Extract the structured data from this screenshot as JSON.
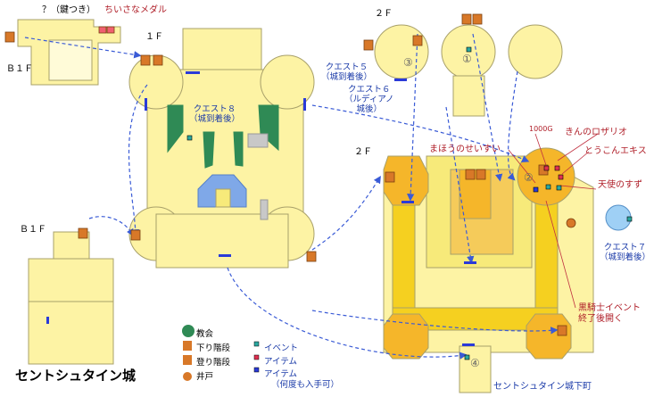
{
  "title": "セントシュタイン城",
  "floors": {
    "b1f_top": "Ｂ１Ｆ",
    "f1": "１Ｆ",
    "f2_top": "２Ｆ",
    "f2_main": "２Ｆ",
    "b1f_left": "Ｂ１Ｆ"
  },
  "labels": {
    "locked": "？（鍵つき）",
    "medal": "ちいさなメダル",
    "quest5": "クエスト５",
    "quest5_sub": "（城到着後）",
    "quest6": "クエスト６",
    "quest6_sub1": "（ルディアノ",
    "quest6_sub2": "城後）",
    "quest8": "クエスト８",
    "quest8_sub": "（城到着後）",
    "gold": "1000G",
    "rosary": "きんのロザリオ",
    "magic_water": "まほうのせいすい",
    "gold_ring": "とうこんエキス",
    "angel_bell": "天使のすず",
    "quest7": "クエスト７",
    "quest7_sub": "（城到着後）",
    "knight1": "黒騎士イベント",
    "knight2": "終了後開く",
    "town": "セントシュタイン城下町",
    "num1": "①",
    "num2": "②",
    "num3": "③",
    "num4": "④"
  },
  "legend": {
    "church": "教会",
    "stairs_down": "下り階段",
    "stairs_up": "登り階段",
    "well": "井戸",
    "event": "イベント",
    "item": "アイテム",
    "item_repeat1": "アイテム",
    "item_repeat2": "（何度も入手可）"
  },
  "colors": {
    "floor_fill": "#fdf3a4",
    "wall": "#a8a06a",
    "orange": "#f5b62a",
    "orange_dark": "#e89a18",
    "grass": "#2f8a55",
    "arrow": "#3a5bd6",
    "door": "#2a3ad8",
    "event_marker": "#2aa8a0",
    "item_marker": "#e03050"
  }
}
